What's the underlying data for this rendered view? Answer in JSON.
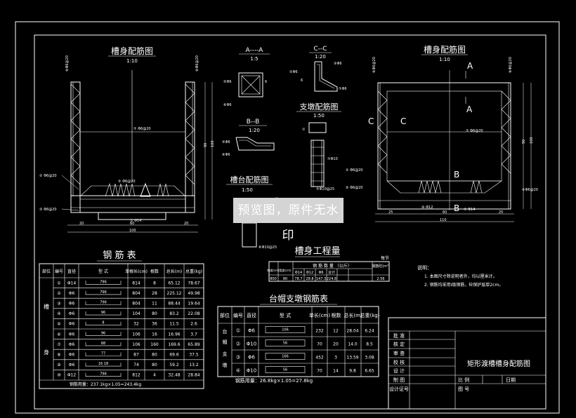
{
  "drawing": {
    "views": {
      "left_title": "槽身配筋图",
      "left_scale": "1:10",
      "right_title": "槽身配筋图",
      "right_scale": "1:10",
      "section_aa_title": "A----A",
      "section_aa_scale": "1:5",
      "section_cc_title": "C--C",
      "section_cc_scale": "1:20",
      "section_bb_title": "B--B",
      "section_bb_scale": "1:20",
      "pier_title": "支墩配筋图",
      "pier_scale": "1:50",
      "cap_title": "槽台配筋图",
      "cap_scale": "1:50"
    },
    "rebar_table": {
      "title": "钢 筋 表",
      "headers": [
        "部位",
        "编号",
        "直径",
        "型 式",
        "单根长(cm)",
        "根数",
        "总长(m)",
        "总重(kg)"
      ],
      "part": "槽 身",
      "rows": [
        [
          "①",
          "Φ14",
          "796",
          "814",
          "8",
          "65.12",
          "78.67"
        ],
        [
          "②",
          "Φ6",
          "796",
          "804",
          "28",
          "225.12",
          "49.98"
        ],
        [
          "③",
          "Φ6",
          "796",
          "804",
          "11",
          "88.44",
          "19.64"
        ],
        [
          "④",
          "Φ6",
          "96",
          "104",
          "80",
          "83.2",
          "22.08"
        ],
        [
          "⑤",
          "Φ6",
          "8",
          "32",
          "36",
          "11.5",
          "2.6"
        ],
        [
          "⑥",
          "Φ6",
          "96",
          "106",
          "16",
          "16.96",
          "3.7"
        ],
        [
          "⑦",
          "Φ6",
          "88",
          "106",
          "160",
          "169.6",
          "65.89"
        ],
        [
          "⑧",
          "Φ6",
          "77",
          "87",
          "80",
          "69.6",
          "37.5"
        ],
        [
          "⑨",
          "Φ6",
          "16 18",
          "74",
          "80",
          "59.2",
          "13.2"
        ],
        [
          "⑩",
          "Φ12",
          "796",
          "812",
          "4",
          "32.48",
          "28.84"
        ]
      ],
      "total": "钢筋用量：237.1kg×1.05=243.4kg"
    },
    "quantity_table": {
      "title": "槽身工程量",
      "note": "每节",
      "header_row1": [
        "跨度(cm)",
        "宽度(cm)",
        "钢 筋 数 量 （公斤）",
        "钢筋砼(m³)"
      ],
      "header_row2": [
        "Φ14",
        "Φ12",
        "Φ6",
        "合计"
      ],
      "row": [
        "800",
        "80",
        "78.7",
        "28.8",
        "147.3",
        "224.8",
        "2.56"
      ]
    },
    "cap_table": {
      "title": "台帽支墩钢筋表",
      "headers": [
        "部位",
        "编号",
        "直径",
        "型 式",
        "单长(cm)",
        "根数",
        "总长(m)",
        "总重(kg)"
      ],
      "part": "台 帽 支 墩",
      "rows": [
        [
          "①",
          "Φ6",
          "106",
          "232",
          "12",
          "28.04",
          "6.24"
        ],
        [
          "②",
          "Φ10",
          "56",
          "70",
          "20",
          "14.0",
          "8.5"
        ],
        [
          "③",
          "Φ6",
          "166",
          "452",
          "3",
          "13.59",
          "3.08"
        ],
        [
          "④",
          "Φ10",
          "56",
          "70",
          "14",
          "9.8",
          "6.65"
        ]
      ],
      "total": "钢筋用量：26.8kg×1.05=27.8kg"
    },
    "notes": {
      "heading": "说明：",
      "lines": [
        "1. 本图尺寸除说明者外，均以厘米计。",
        "2. 钢筋均采用Ⅰ级钢筋，砼保护层厚2cm。"
      ]
    },
    "title_block": {
      "rows": [
        "批 准",
        "核 定",
        "审 查",
        "校 核",
        "设 计",
        "制 图",
        "设计证号"
      ],
      "drawing_name": "矩形渡槽槽身配筋图",
      "scale_label": "比 例",
      "date_label": "日期",
      "number_label": "图 号"
    },
    "watermark": "预览图，原件无水印"
  }
}
